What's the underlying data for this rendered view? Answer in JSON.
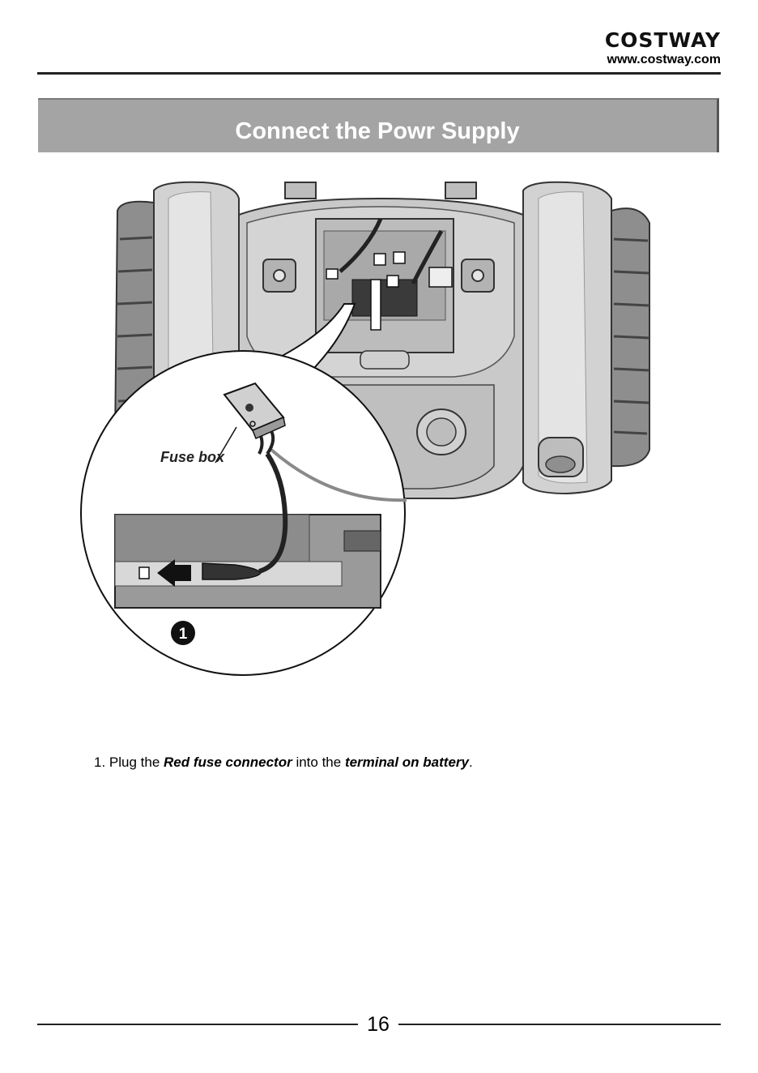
{
  "header": {
    "brand": "COSTWAY",
    "url": "www.costway.com"
  },
  "banner": {
    "title": "Connect the Powr Supply"
  },
  "illustration": {
    "callout_label": "Fuse box",
    "step_marker": "1"
  },
  "instruction": {
    "prefix": "1. Plug the ",
    "term1": "Red fuse connector",
    "middle": " into the ",
    "term2": "terminal on battery",
    "suffix": "."
  },
  "footer": {
    "page_number": "16"
  }
}
